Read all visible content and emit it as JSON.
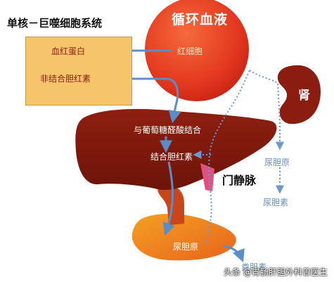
{
  "diagram": {
    "mps_title": "单核－巨噬细胞系统",
    "hemoglobin": "血红蛋白",
    "unconjugated_bilirubin": "非结合胆红素",
    "circulation": "循环血液",
    "red_blood_cell": "红细胞",
    "kidney": "肾",
    "glucuronic_acid": "与葡萄糖醛酸结合",
    "conjugated_bilirubin": "结合胆红素",
    "portal_vein": "门静脉",
    "urobilinogen_kidney": "尿胆原",
    "urobilin": "尿胆素",
    "urobilinogen_intestine": "尿胆原",
    "stercobilin": "粪胆素"
  },
  "watermark": "头条 @胃肠肝胆外科曾医生",
  "colors": {
    "blood": "#e8402a",
    "liver": "#8b1c10",
    "box": "#f6c46b",
    "arrow": "#5a8cc8"
  }
}
